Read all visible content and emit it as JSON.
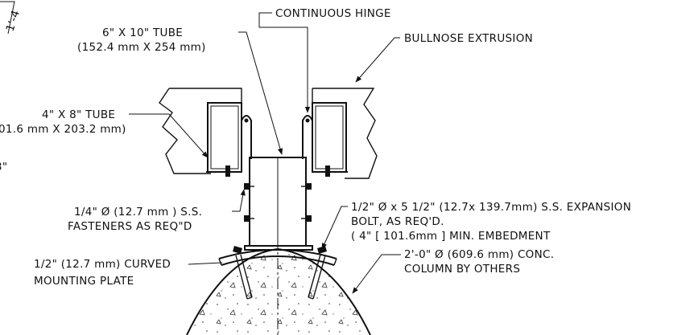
{
  "labels": {
    "continuous_hinge": "CONTINUOUS HINGE",
    "tube_6x10_line1": "6\" X 10\" TUBE",
    "tube_6x10_line2": "(152.4  mm X 254 mm)",
    "bullnose": "BULLNOSE EXTRUSION",
    "tube_4x8_line1": "4\" X 8\" TUBE",
    "tube_4x8_line2": "01.6 mm X 203.2 mm)",
    "fasteners_line1": "1/4\" Ø (12.7 mm ) S.S.",
    "fasteners_line2": "FASTENERS AS REQ\"D",
    "expansion_line1": "1/2\" Ø x 5 1/2\" (12.7x 139.7mm) S.S. EXPANSION",
    "expansion_line2": "BOLT, AS REQ'D.",
    "expansion_line3": "( 4\" [ 101.6mm ] MIN. EMBEDMENT",
    "column_line1": "2'-0\" Ø (609.6 mm) CONC.",
    "column_line2": "COLUMN BY OTHERS",
    "plate_line1": "1/2\" (12.7 mm) CURVED",
    "plate_line2": "MOUNTING PLATE",
    "edge_fragment_1": "3\"",
    "edge_fragment_2": "1'-4"
  }
}
